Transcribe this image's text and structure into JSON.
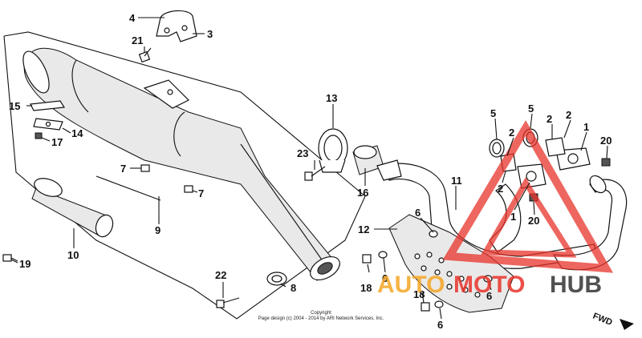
{
  "parts": [
    {
      "id": "p1a",
      "label": "1"
    },
    {
      "id": "p1b",
      "label": "1"
    },
    {
      "id": "p2a",
      "label": "2"
    },
    {
      "id": "p2b",
      "label": "2"
    },
    {
      "id": "p2c",
      "label": "2"
    },
    {
      "id": "p2d",
      "label": "2"
    },
    {
      "id": "p3",
      "label": "3"
    },
    {
      "id": "p4",
      "label": "4"
    },
    {
      "id": "p5a",
      "label": "5"
    },
    {
      "id": "p5b",
      "label": "5"
    },
    {
      "id": "p6a",
      "label": "6"
    },
    {
      "id": "p6b",
      "label": "6"
    },
    {
      "id": "p6c",
      "label": "6"
    },
    {
      "id": "p6d",
      "label": "6"
    },
    {
      "id": "p7a",
      "label": "7"
    },
    {
      "id": "p7b",
      "label": "7"
    },
    {
      "id": "p8",
      "label": "8"
    },
    {
      "id": "p9",
      "label": "9"
    },
    {
      "id": "p10",
      "label": "10"
    },
    {
      "id": "p11",
      "label": "11"
    },
    {
      "id": "p12",
      "label": "12"
    },
    {
      "id": "p13",
      "label": "13"
    },
    {
      "id": "p14",
      "label": "14"
    },
    {
      "id": "p15",
      "label": "15"
    },
    {
      "id": "p16",
      "label": "16"
    },
    {
      "id": "p17",
      "label": "17"
    },
    {
      "id": "p18a",
      "label": "18"
    },
    {
      "id": "p18b",
      "label": "18"
    },
    {
      "id": "p19",
      "label": "19"
    },
    {
      "id": "p20a",
      "label": "20"
    },
    {
      "id": "p20b",
      "label": "20"
    },
    {
      "id": "p21",
      "label": "21"
    },
    {
      "id": "p22",
      "label": "22"
    },
    {
      "id": "p23",
      "label": "23"
    }
  ],
  "watermark": {
    "part1": "AUTO",
    "part2": "MOTO",
    "part3": "HUB",
    "color_orange": "#f5a623",
    "color_red": "#e8332a",
    "color_dark": "#333333"
  },
  "copyright": {
    "line1": "Copyright",
    "line2": "Page design (c) 2004 - 2014 by ARI Network Services, Inc."
  },
  "direction": "FWD"
}
